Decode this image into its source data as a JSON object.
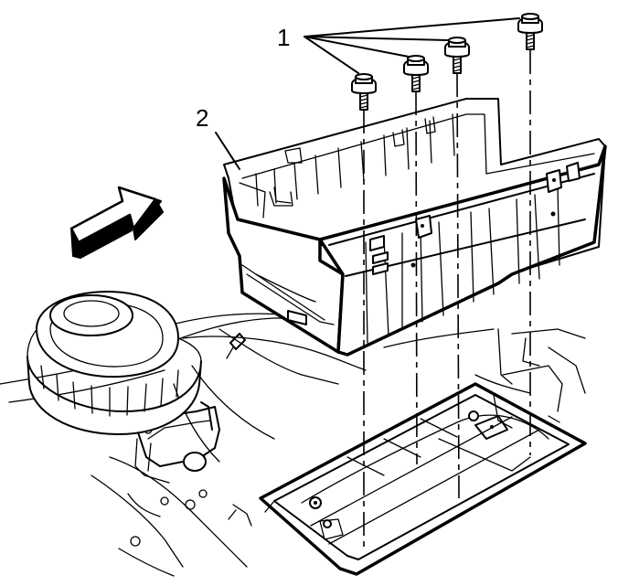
{
  "diagram": {
    "callouts": [
      {
        "id": "1",
        "label": "1"
      },
      {
        "id": "2",
        "label": "2"
      }
    ],
    "colors": {
      "line": "#000000",
      "background": "#ffffff"
    },
    "icons": [
      "direction-arrow-icon",
      "bolt-icon"
    ]
  }
}
